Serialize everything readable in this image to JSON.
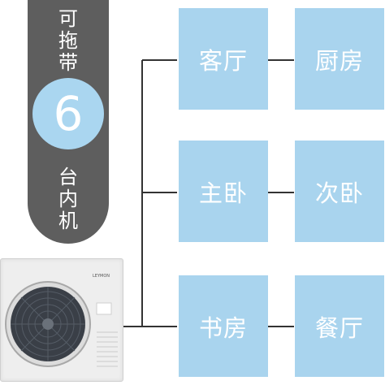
{
  "capacity": {
    "top_chars": [
      "可",
      "拖",
      "带"
    ],
    "number": "6",
    "bottom_chars": [
      "台",
      "内",
      "机"
    ]
  },
  "rooms": [
    {
      "label": "客厅"
    },
    {
      "label": "厨房"
    },
    {
      "label": "主卧"
    },
    {
      "label": "次卧"
    },
    {
      "label": "书房"
    },
    {
      "label": "餐厅"
    }
  ],
  "outdoor_unit": {
    "brand": "LEYMON"
  },
  "colors": {
    "accent": "#a9d4ee",
    "pill": "#5e5e5e",
    "line": "#333333"
  }
}
